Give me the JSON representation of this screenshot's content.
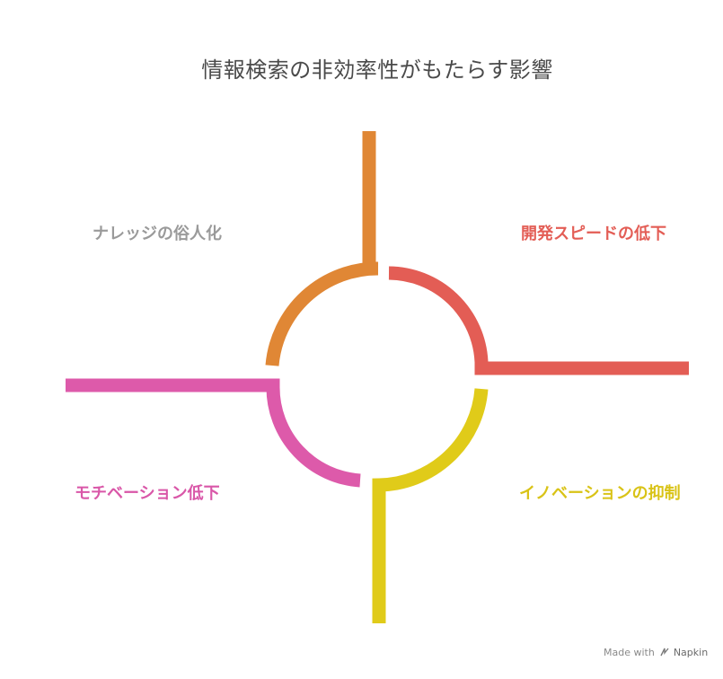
{
  "title": "情報検索の非効率性がもたらす影響",
  "quadrants": {
    "top_left": {
      "label": "ナレッジの俗人化",
      "color": "#e08735"
    },
    "top_right": {
      "label": "開発スピードの低下",
      "color": "#e35d55"
    },
    "bottom_left": {
      "label": "モチベーション低下",
      "color": "#dd5aaa"
    },
    "bottom_right": {
      "label": "イノベーションの抑制",
      "color": "#e0cb19"
    }
  },
  "footer": {
    "made_with": "Made with",
    "brand": "Napkin"
  }
}
